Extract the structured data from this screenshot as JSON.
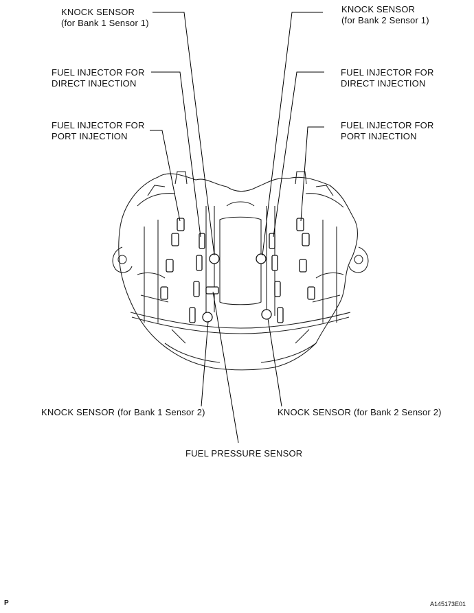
{
  "labels": {
    "knock_b1s1": [
      "KNOCK SENSOR",
      "(for Bank 1 Sensor 1)"
    ],
    "knock_b2s1": [
      "KNOCK SENSOR",
      "(for Bank 2 Sensor 1)"
    ],
    "di_left": [
      "FUEL INJECTOR FOR",
      "DIRECT INJECTION"
    ],
    "di_right": [
      "FUEL INJECTOR FOR",
      "DIRECT INJECTION"
    ],
    "port_left": [
      "FUEL INJECTOR FOR",
      "PORT INJECTION"
    ],
    "port_right": [
      "FUEL INJECTOR FOR",
      "PORT INJECTION"
    ],
    "knock_b1s2": "KNOCK SENSOR (for Bank 1 Sensor 2)",
    "knock_b2s2": "KNOCK SENSOR (for Bank 2 Sensor 2)",
    "fuel_pressure": "FUEL PRESSURE SENSOR"
  },
  "footer": {
    "page_marker": "P",
    "figure_code": "A145173E01"
  }
}
